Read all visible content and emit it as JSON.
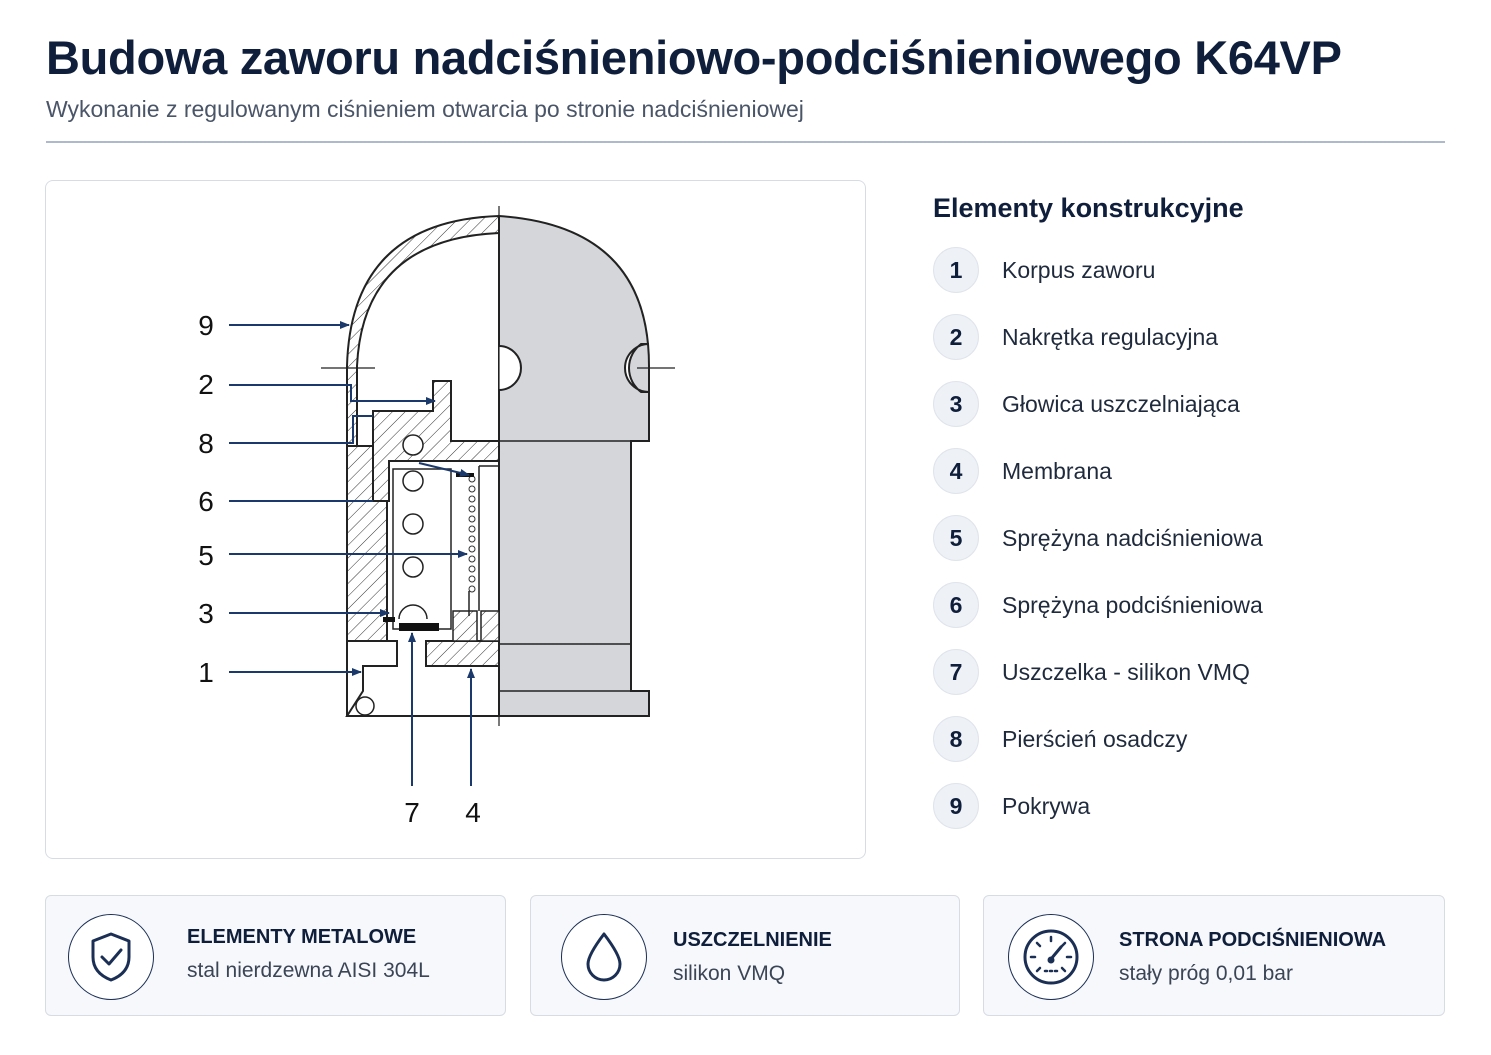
{
  "header": {
    "title": "Budowa zaworu nadciśnieniowo-podciśnieniowego K64VP",
    "subtitle": "Wykonanie z regulowanym ciśnieniem otwarcia po stronie nadciśnieniowej"
  },
  "diagram": {
    "left_callouts": [
      "9",
      "2",
      "8",
      "6",
      "5",
      "3",
      "1"
    ],
    "bottom_callouts": [
      "7",
      "4"
    ]
  },
  "legend": {
    "title": "Elementy konstrukcyjne",
    "items": [
      {
        "num": "1",
        "label": "Korpus zaworu"
      },
      {
        "num": "2",
        "label": "Nakrętka regulacyjna"
      },
      {
        "num": "3",
        "label": "Głowica uszczelniająca"
      },
      {
        "num": "4",
        "label": "Membrana"
      },
      {
        "num": "5",
        "label": "Sprężyna nadciśnieniowa"
      },
      {
        "num": "6",
        "label": "Sprężyna podciśnieniowa"
      },
      {
        "num": "7",
        "label": "Uszczelka - silikon VMQ"
      },
      {
        "num": "8",
        "label": "Pierścień osadczy"
      },
      {
        "num": "9",
        "label": "Pokrywa"
      }
    ]
  },
  "info_cards": [
    {
      "icon": "shield-check-icon",
      "title": "ELEMENTY METALOWE",
      "text": "stal nierdzewna AISI 304L"
    },
    {
      "icon": "droplet-icon",
      "title": "USZCZELNIENIE",
      "text": "silikon VMQ"
    },
    {
      "icon": "gauge-icon",
      "title": "STRONA PODCIŚNIENIOWA",
      "text": "stały próg 0,01 bar"
    }
  ],
  "colors": {
    "navy": "#0f1e3a",
    "arrow": "#1b3a6b",
    "body_fill": "#d4d6da",
    "card_border": "#d7dce4"
  }
}
